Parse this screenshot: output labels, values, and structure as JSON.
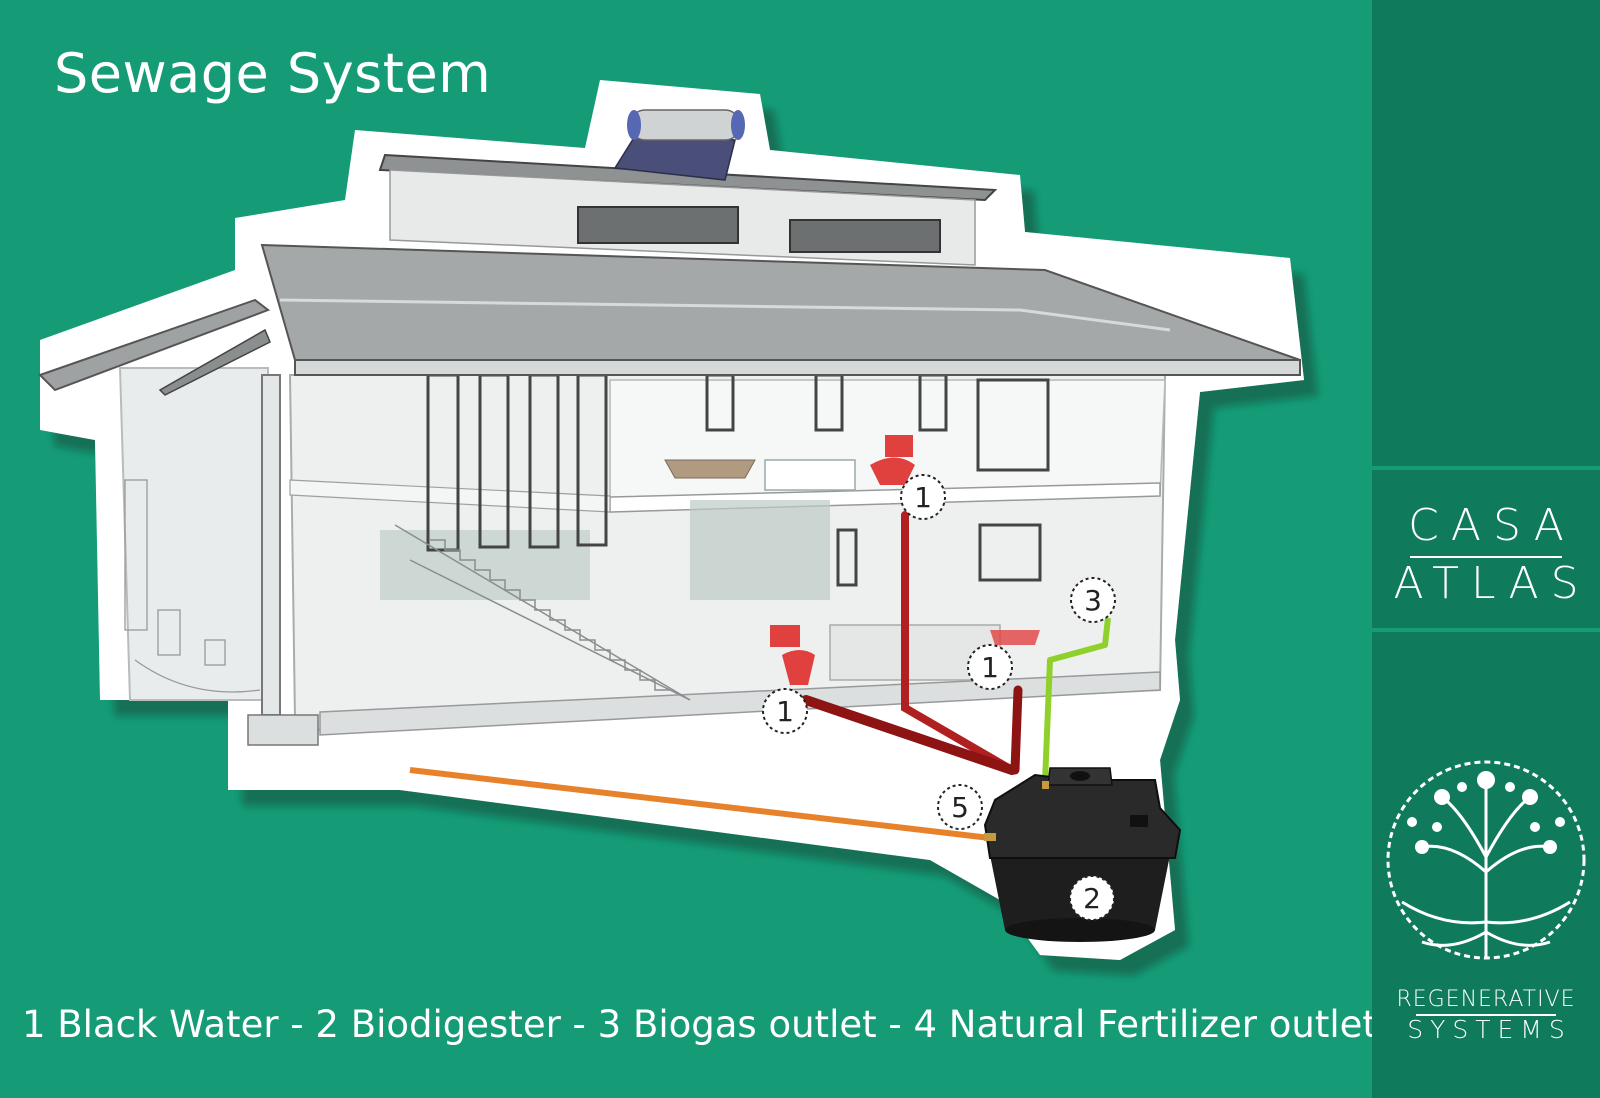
{
  "title": "Sewage System",
  "legend": "1 Black Water - 2 Biodigester - 3 Biogas outlet - 4 Natural Fertilizer outlet",
  "brand": {
    "name_line1": "CASA",
    "name_line2": "ATLAS",
    "tagline_line1": "REGENERATIVE",
    "tagline_line2": "SYSTEMS"
  },
  "markers": {
    "black_water_upper": "1",
    "black_water_middle": "1",
    "black_water_lower": "1",
    "biodigester": "2",
    "biogas_outlet": "3",
    "marker_five": "5"
  },
  "colors": {
    "background": "#159c77",
    "sidebar": "#0f7a5c",
    "black_water_pipe": "#8e1414",
    "biogas_pipe": "#8fd12a",
    "fertilizer_pipe": "#e8822a",
    "toilet": "#e0413f"
  },
  "icons": [
    "tree-of-life-logo-icon",
    "solar-water-heater-icon",
    "toilet-icon",
    "biodigester-tank-icon"
  ]
}
